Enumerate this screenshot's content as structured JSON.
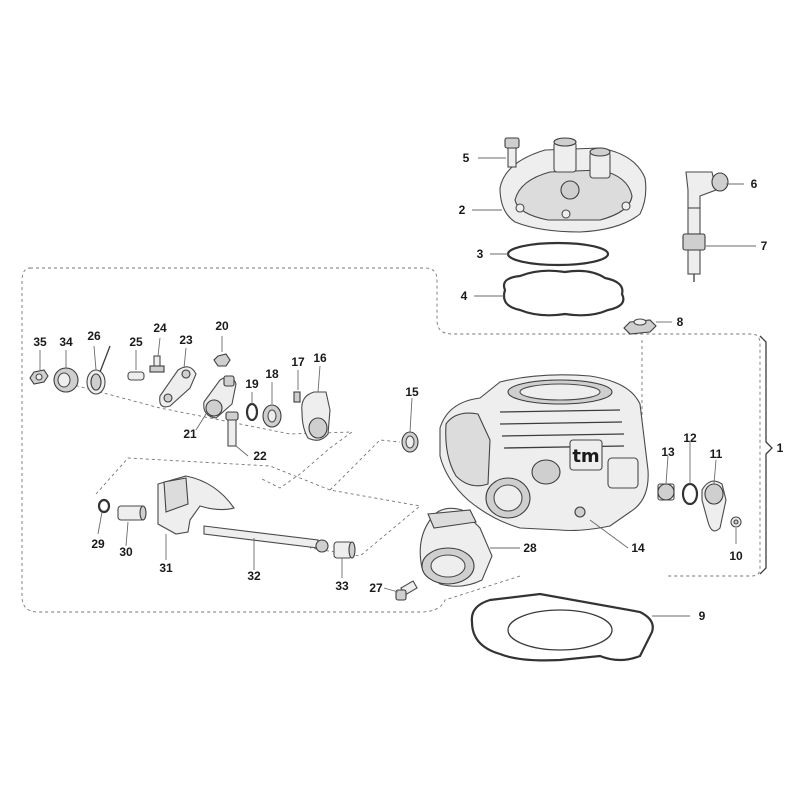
{
  "parts": [
    {
      "id": "35",
      "label": "35"
    },
    {
      "id": "34",
      "label": "34"
    },
    {
      "id": "26",
      "label": "26"
    },
    {
      "id": "25",
      "label": "25"
    },
    {
      "id": "24",
      "label": "24"
    },
    {
      "id": "23",
      "label": "23"
    },
    {
      "id": "20",
      "label": "20"
    },
    {
      "id": "21",
      "label": "21"
    },
    {
      "id": "18",
      "label": "18"
    },
    {
      "id": "19",
      "label": "19"
    },
    {
      "id": "17",
      "label": "17"
    },
    {
      "id": "16",
      "label": "16"
    },
    {
      "id": "22",
      "label": "22"
    },
    {
      "id": "15",
      "label": "15"
    },
    {
      "id": "5",
      "label": "5"
    },
    {
      "id": "2",
      "label": "2"
    },
    {
      "id": "3",
      "label": "3"
    },
    {
      "id": "4",
      "label": "4"
    },
    {
      "id": "6",
      "label": "6"
    },
    {
      "id": "7",
      "label": "7"
    },
    {
      "id": "8",
      "label": "8"
    },
    {
      "id": "1",
      "label": "1"
    },
    {
      "id": "13",
      "label": "13"
    },
    {
      "id": "12",
      "label": "12"
    },
    {
      "id": "11",
      "label": "11"
    },
    {
      "id": "10",
      "label": "10"
    },
    {
      "id": "14",
      "label": "14"
    },
    {
      "id": "28",
      "label": "28"
    },
    {
      "id": "27",
      "label": "27"
    },
    {
      "id": "29",
      "label": "29"
    },
    {
      "id": "30",
      "label": "30"
    },
    {
      "id": "31",
      "label": "31"
    },
    {
      "id": "32",
      "label": "32"
    },
    {
      "id": "33",
      "label": "33"
    },
    {
      "id": "9",
      "label": "9"
    }
  ],
  "brand_mark": "tm",
  "colors": {
    "line": "#3c3c3c",
    "fill": "#eeeeee",
    "label": "#1a1a1a"
  }
}
